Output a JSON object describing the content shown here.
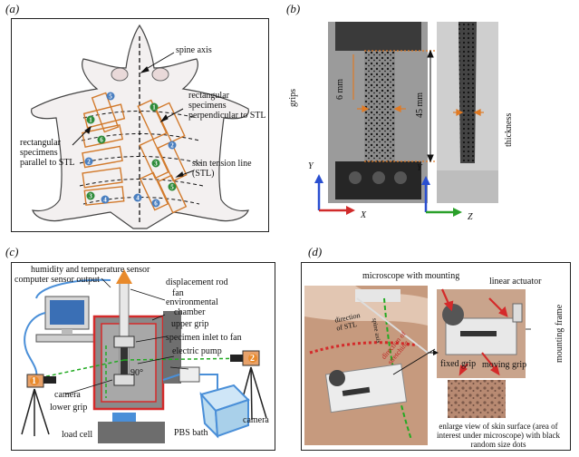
{
  "panels": {
    "a": {
      "letter": "(a)",
      "labels": {
        "spine_axis": "spine axis",
        "perp": "rectangular specimens perpendicular to STL",
        "parallel": "rectangular specimens parallel to STL",
        "stl": "skin tension line (STL)"
      },
      "specimen_numbers": [
        "1",
        "2",
        "3",
        "4",
        "5",
        "6",
        "1",
        "2",
        "3",
        "4",
        "5",
        "6"
      ]
    },
    "b": {
      "letter": "(b)",
      "labels": {
        "grips": "grips",
        "mm6": "6 mm",
        "mm45": "45 mm",
        "thickness": "thickness",
        "y1": "Y",
        "x": "X",
        "y2": "Y",
        "z": "Z"
      }
    },
    "c": {
      "letter": "(c)",
      "labels": {
        "humidity": "humidity and temperature sensor",
        "computer": "computer sensor output",
        "disp_rod": "displacement rod",
        "fan": "fan",
        "env": "environmental",
        "chamber": "chamber",
        "upper_grip": "upper grip",
        "inlet": "specimen inlet to fan",
        "pump": "electric pump",
        "camera_left": "camera",
        "lower_grip": "lower grip",
        "load_cell": "load cell",
        "pbs": "PBS bath",
        "camera_right": "camera",
        "angle": "90°",
        "num1": "1",
        "num2": "2"
      }
    },
    "d": {
      "letter": "(d)",
      "labels": {
        "microscope": "microscope with mounting",
        "actuator": "linear actuator",
        "frame": "mounting frame",
        "fixed": "fixed grip",
        "moving": "moving grip",
        "dir_stl": "direction of STL",
        "spine": "spine axis",
        "dir_stretch": "direction of stretching",
        "enlarge": "enlarge view of skin surface (area of interest under microscope) with black random size dots"
      }
    }
  }
}
